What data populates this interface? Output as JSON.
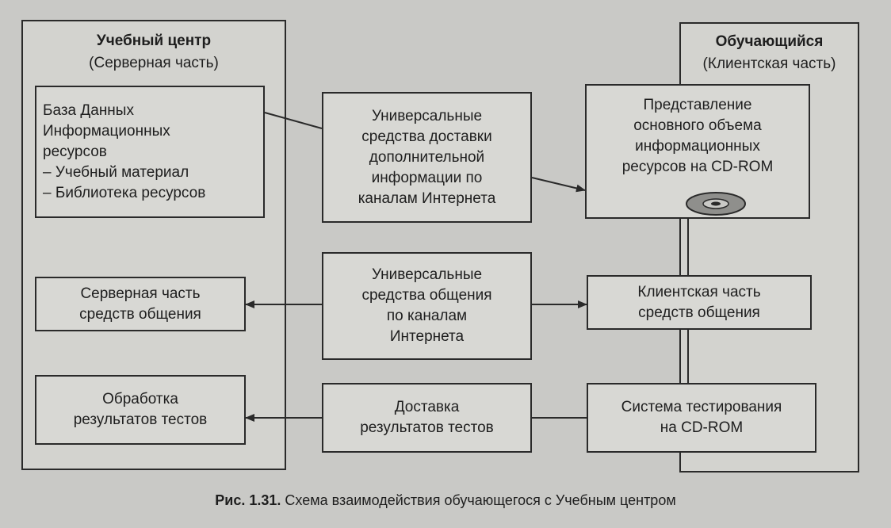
{
  "server_panel": {
    "title": "Учебный центр",
    "subtitle": "(Серверная часть)",
    "database_box": "База Данных\nИнформационных\nресурсов\n– Учебный материал\n– Библиотека ресурсов",
    "comm_box": "Серверная часть\nсредств общения",
    "results_box": "Обработка\nрезультатов тестов"
  },
  "middle": {
    "delivery_box": "Универсальные\nсредства доставки\nдополнительной\nинформации по\nканалам Интернета",
    "comm_box": "Универсальные\nсредства общения\nпо каналам\nИнтернета",
    "results_box": "Доставка\nрезультатов тестов"
  },
  "client_panel": {
    "title": "Обучающийся",
    "subtitle": "(Клиентская часть)",
    "cdrom_box": "Представление\nосновного объема\nинформационных\nресурсов на CD-ROM",
    "comm_box": "Клиентская часть\nсредств общения",
    "testing_box": "Система тестирования\nна CD-ROM"
  },
  "caption": {
    "label": "Рис. 1.31.",
    "text": "Схема взаимодействия обучающегося с Учебным центром"
  },
  "colors": {
    "background": "#c9c9c6",
    "line": "#2a2a2a"
  },
  "icons": {
    "cd": "cd-disc-icon"
  }
}
